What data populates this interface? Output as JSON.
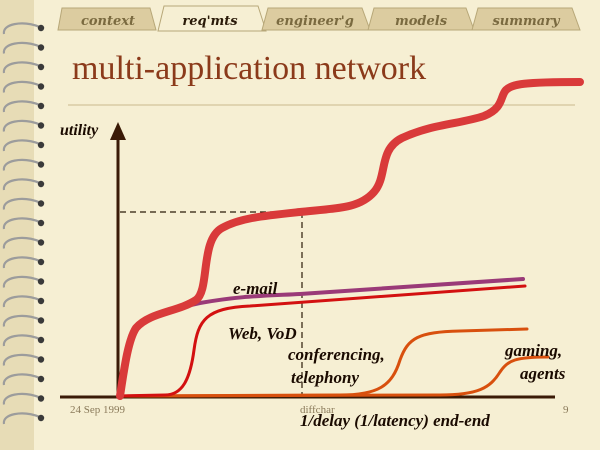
{
  "tabs": [
    {
      "label": "context",
      "active": false
    },
    {
      "label": "req'mts",
      "active": true
    },
    {
      "label": "engineer'g",
      "active": false
    },
    {
      "label": "models",
      "active": false
    },
    {
      "label": "summary",
      "active": false
    }
  ],
  "slide": {
    "title": "multi-application network"
  },
  "diagram": {
    "y_axis_label": "utility",
    "x_axis_label": "1/delay (1/latency) end-end",
    "curves": [
      {
        "label": "e-mail",
        "color": "#9a3a78"
      },
      {
        "label": "Web, VoD",
        "color": "#d31010"
      },
      {
        "label": "conferencing,",
        "label2": "telephony",
        "color": "#d8500e"
      },
      {
        "label": "gaming,",
        "label2": "agents",
        "color": "#d8500e"
      },
      {
        "label": "",
        "color": "#d93a3a"
      }
    ]
  },
  "footer": {
    "date": "24 Sep 1999",
    "file": "diffchar",
    "page": "9"
  },
  "colors": {
    "background": "#f6efd3",
    "title": "#8b3a1a",
    "axis": "#3a1a06",
    "aggregate_curve": "#d93a3a"
  }
}
